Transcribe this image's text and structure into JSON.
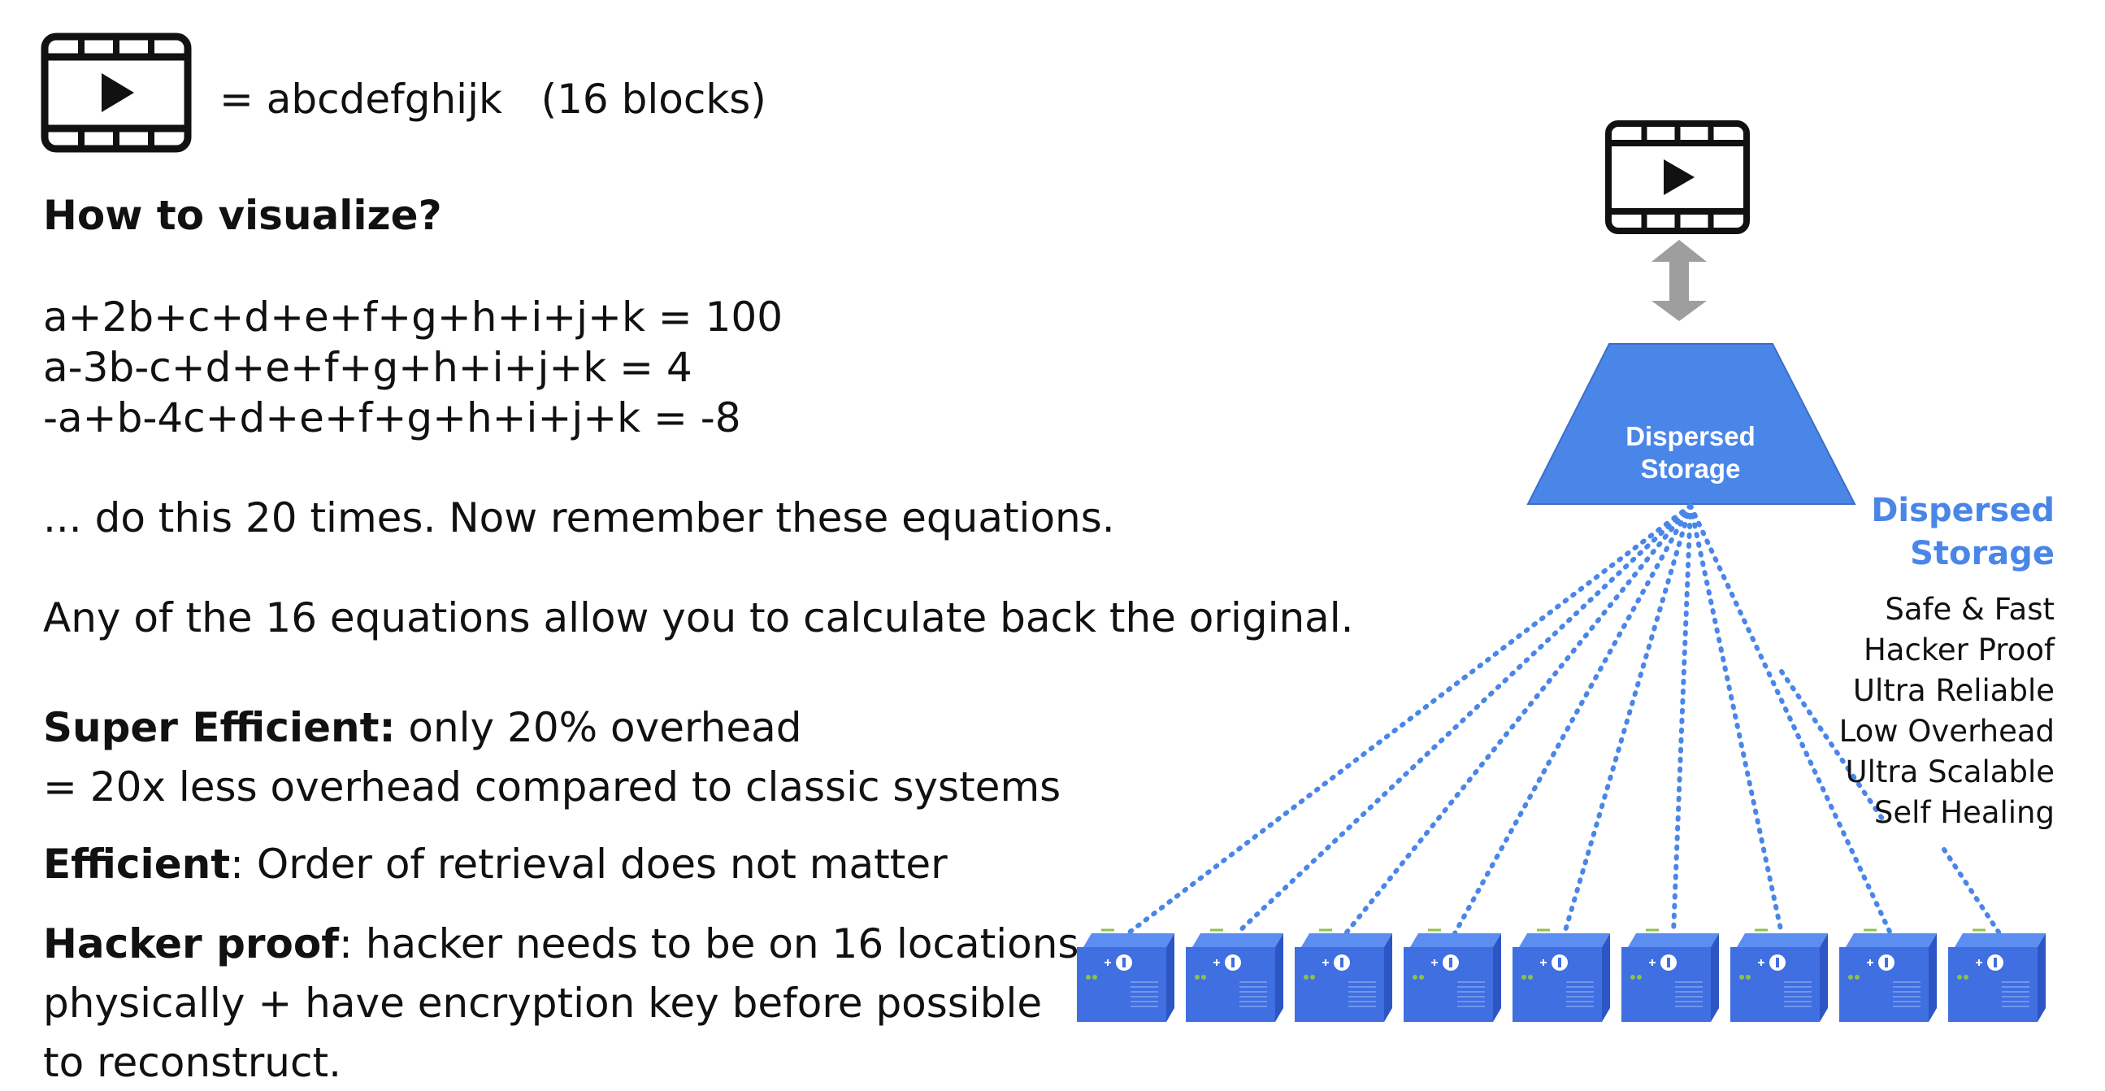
{
  "header": {
    "video_icon": "video-film-icon",
    "equation": "= abcdefghijk   (16 blocks)"
  },
  "heading": "How to visualize?",
  "equations": [
    "a+2b+c+d+e+f+g+h+i+j+k = 100",
    "a-3b-c+d+e+f+g+h+i+j+k = 4",
    "-a+b-4c+d+e+f+g+h+i+j+k = -8"
  ],
  "repeat_note": "... do this 20 times. Now remember these equations.",
  "any_note": "Any of the 16 equations allow you to calculate back the original.",
  "super_efficient": {
    "label": "Super Efficient:",
    "text": " only 20% overhead",
    "line2": "= 20x less overhead compared to classic systems"
  },
  "efficient": {
    "label": "Efficient",
    "text": ": Order of retrieval does not matter"
  },
  "hacker_proof": {
    "label": "Hacker proof",
    "text": ": hacker needs to be on 16 locations",
    "line2": "physically + have encryption key before possible",
    "line3": "to reconstruct."
  },
  "diagram": {
    "top_icon": "video-film-icon",
    "arrow_icon": "double-arrow-icon",
    "trapezoid_label_line1": "Dispersed",
    "trapezoid_label_line2": "Storage",
    "trapezoid_color": "#4a86e8",
    "line_color": "#4a86e8",
    "server_icon": "server-cube-icon",
    "server_count": 9
  },
  "sidebar": {
    "title_line1": "Dispersed",
    "title_line2": "Storage",
    "features": [
      "Safe & Fast",
      "Hacker Proof",
      "Ultra Reliable",
      "Low Overhead",
      "Ultra Scalable",
      "Self Healing"
    ]
  }
}
